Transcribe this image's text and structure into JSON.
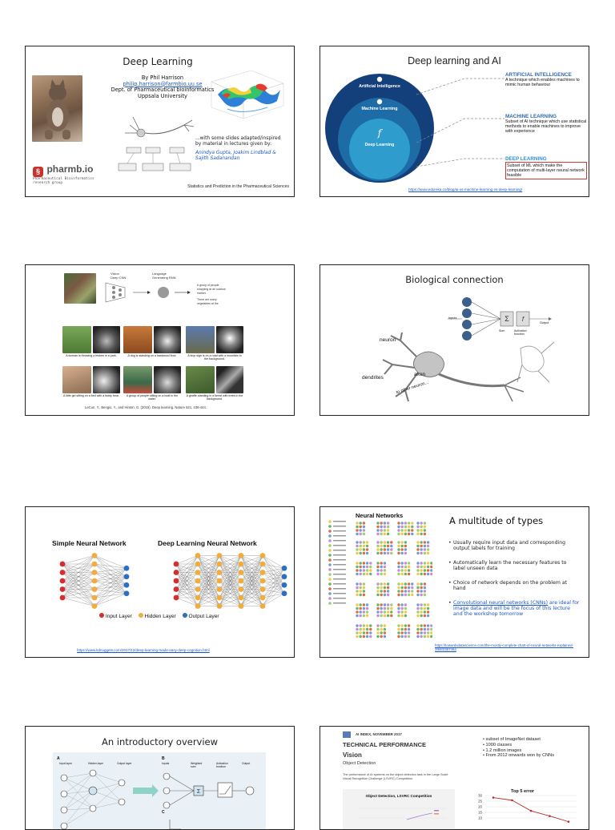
{
  "slide1": {
    "title": "Deep Learning",
    "author": "By Phil Harrison",
    "email": "philip.harrison@farmbio.uu.se",
    "dept": "Dept. of Pharmaceutical bioinformatics",
    "university": "Uppsala University",
    "adapted": "...with some slides adapted/inspired",
    "adapted2": "by material in lectures given by:",
    "credits1": "Anindya Gupta, Joakim Lindblad &",
    "credits2": "Sajith Sadanandan",
    "logo": "pharmb.io",
    "logo_sub1": "Pharmaceutical Bioinformatics",
    "logo_sub2": "research group",
    "footer": "Statistics and Prediction in the Pharmaceutical Sciences"
  },
  "slide2": {
    "title": "Deep learning and AI",
    "circle_ai": "Artificial Intelligence",
    "circle_ml": "Machine Learning",
    "circle_dl": "Deep Learning",
    "ai_head": "ARTIFICIAL INTELLIGENCE",
    "ai_text": "A technique which enables machines to mimic human behaviour",
    "ml_head": "MACHINE LEARNING",
    "ml_text": "Subset of AI technique which use statistical methods to enable machines to improve with experience",
    "dl_head": "DEEP LEARNING",
    "dl_text": "Subset of ML which make the computation of multi-layer neural network feasible",
    "url": "https://www.edureka.co/blog/ai-vs-machine-learning-vs-deep-learning/"
  },
  "slide3": {
    "citation": "LeCun, Y., Bengio, Y., and Hinton, G. (2015). Deep learning. Nature 521, 436-444.",
    "captions": [
      "A woman is throwing a frisbee in a park.",
      "A dog is standing on a hardwood floor.",
      "A stop sign is on a road with a mountain in the background.",
      "A little girl sitting on a bed with a teddy bear.",
      "A group of people sitting on a boat in the water.",
      "A giraffe standing in a forest with trees in the background."
    ]
  },
  "slide4": {
    "title": "Biological connection",
    "neuron": "neuron",
    "axon": "axon",
    "dendrites": "dendrites",
    "other": "to other neuron...",
    "inputs": "Inputs",
    "output": "Output",
    "sum": "Sum",
    "activation": "Activation function"
  },
  "slide5": {
    "simple": "Simple Neural Network",
    "deep": "Deep Learning Neural Network",
    "legend_input": "Input Layer",
    "legend_hidden": "Hidden Layer",
    "legend_output": "Output Layer",
    "url": "https://www.kdnuggets.com/2017/12/deep-learning-made-easy-deep-cognition.html"
  },
  "slide6": {
    "chart_title": "Neural Networks",
    "title": "A multitude of types",
    "b1": "Usually require input data and corresponding output labels for training",
    "b2": "Automatically learn the necessary features to label unseen data",
    "b3": "Choice of network depends on the problem at hand",
    "b4_link": "Convolutional neural networks (CNNs)",
    "b4_rest": " are ideal for image data and will be the focus of this lecture and the workshop tomorrow",
    "url": "https://towardsdatascience.com/the-mostly-complete-chart-of-neural-networks-explained-3fb6f2367464"
  },
  "slide7": {
    "title": "An introductory overview",
    "label_a": "A",
    "label_b": "B",
    "label_c": "C",
    "input_layer": "Input layer",
    "hidden_layer": "Hidden layer",
    "output_layer": "Output layer",
    "inputs": "Inputs",
    "weighted_sum": "Weighted sum",
    "activation_fn": "Activation function",
    "output": "Output"
  },
  "slide8": {
    "header": "AI INDEX, NOVEMBER 2017",
    "title": "TECHNICAL PERFORMANCE",
    "subtitle": "Vision",
    "sub2": "Object Detection",
    "desc": "The performance of AI systems on the object detection task in the Large Scale Visual Recognition Challenge (LSVRC) Competition.",
    "inner_chart_title": "Object Detection, LSVRC Competition",
    "b1": "subset of ImageNet dataset",
    "b2": "1000 classes",
    "b3": "1.2 million images",
    "b4": "From 2012 onwards won by CNNs",
    "chart_title": "Top 5 error"
  },
  "chart_data": {
    "type": "line",
    "title": "Top 5 error",
    "ylim": [
      0,
      30
    ],
    "yticks": [
      "30",
      "25",
      "20",
      "15",
      "10"
    ],
    "values": [
      28.2,
      25.8,
      16.4,
      11.7,
      6.7
    ]
  }
}
